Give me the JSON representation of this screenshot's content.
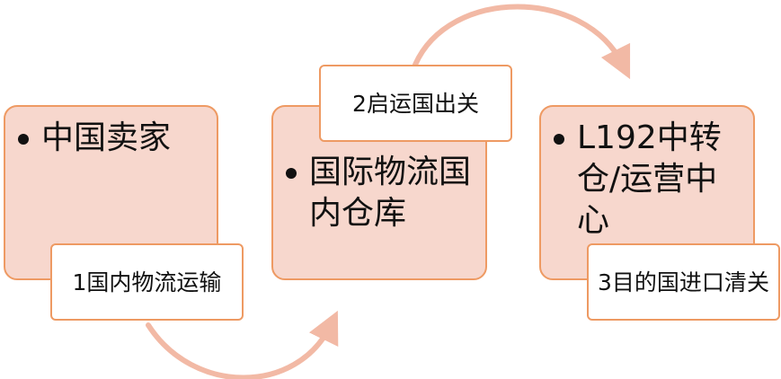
{
  "diagram": {
    "steps": [
      {
        "id": "seller",
        "text": "中国卖家"
      },
      {
        "id": "warehouse",
        "text": "国际物流国内仓库"
      },
      {
        "id": "transit",
        "text": "L192中转仓/运营中心"
      }
    ],
    "labels": [
      {
        "id": "domestic-shipping",
        "text": "1国内物流运输"
      },
      {
        "id": "export-clearance",
        "text": "2启运国出关"
      },
      {
        "id": "import-clearance",
        "text": "3目的国进口清关"
      }
    ],
    "colors": {
      "box_fill": "#f7d7cd",
      "box_border": "#ee9a63",
      "arrow": "#f2b9a5",
      "label_fill": "#ffffff"
    }
  }
}
